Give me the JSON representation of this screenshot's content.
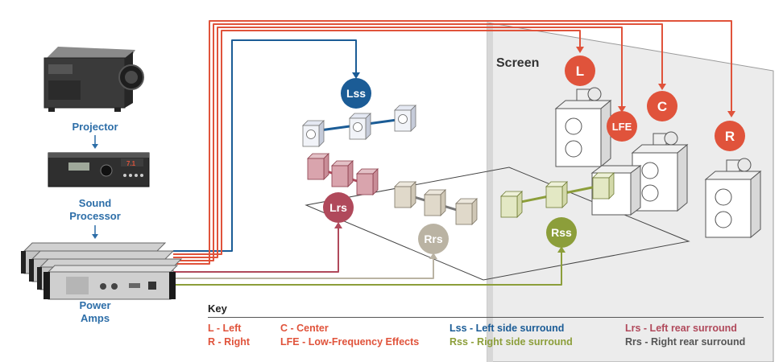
{
  "devices": {
    "projector": "Projector",
    "sound_processor_line1": "Sound",
    "sound_processor_line2": "Processor",
    "power_amps_line1": "Power",
    "power_amps_line2": "Amps",
    "processor_display": "7.1"
  },
  "screen_label": "Screen",
  "speakers": {
    "L": "L",
    "LFE": "LFE",
    "C": "C",
    "R": "R",
    "Lss": "Lss",
    "Lrs": "Lrs",
    "Rrs": "Rrs",
    "Rss": "Rss"
  },
  "key": {
    "title": "Key",
    "L": "L - Left",
    "R": "R - Right",
    "C": "C - Center",
    "LFE": "LFE - Low-Frequency Effects",
    "Lss": "Lss - Left side surround",
    "Rss": "Rss - Right side surround",
    "Lrs": "Lrs - Left rear surround",
    "Rrs": "Rrs - Right rear surround"
  },
  "colors": {
    "front": "#e0533b",
    "lss": "#1b5c96",
    "rss": "#8c9e3a",
    "lrs": "#b0495b",
    "rrs": "#bab3a3",
    "label_blue": "#2d6ea8",
    "rrs_text": "#555555"
  }
}
